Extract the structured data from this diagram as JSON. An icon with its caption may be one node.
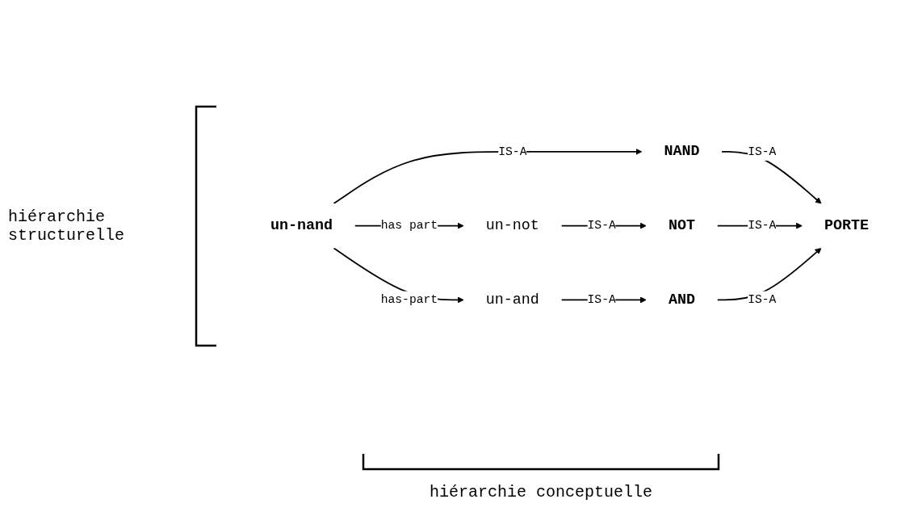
{
  "diagram": {
    "nodes": [
      {
        "text": [
          "un-nand"
        ]
      },
      {
        "text": [
          "NAND"
        ]
      },
      {
        "text": [
          "NOT"
        ]
      },
      {
        "text": [
          "PORTE"
        ]
      },
      {
        "text": [
          "un-not"
        ]
      },
      {
        "text": [
          "AND"
        ]
      },
      {
        "text": [
          "un-and"
        ]
      }
    ],
    "edges": [
      {
        "from": 0,
        "to": 1,
        "arrow": "to",
        "label": "IS-A"
      },
      {
        "from": 0,
        "to": 4,
        "arrow": "to",
        "label": "has part"
      },
      {
        "from": 0,
        "to": 6,
        "arrow": "to",
        "label": "has-part"
      },
      {
        "from": 1,
        "to": 3,
        "arrow": "to",
        "label": "IS-A"
      },
      {
        "from": 2,
        "to": 3,
        "arrow": "to",
        "label": "IS-A"
      },
      {
        "from": 4,
        "to": 2,
        "arrow": "to",
        "label": "IS-A"
      },
      {
        "from": 5,
        "to": 3,
        "arrow": "to",
        "label": "IS-A"
      },
      {
        "from": 6,
        "to": 5,
        "arrow": "to",
        "label": "IS-A"
      }
    ],
    "labels": [
      "hiérarchie structurelle",
      "hiérarchie conceptuelle"
    ]
  }
}
